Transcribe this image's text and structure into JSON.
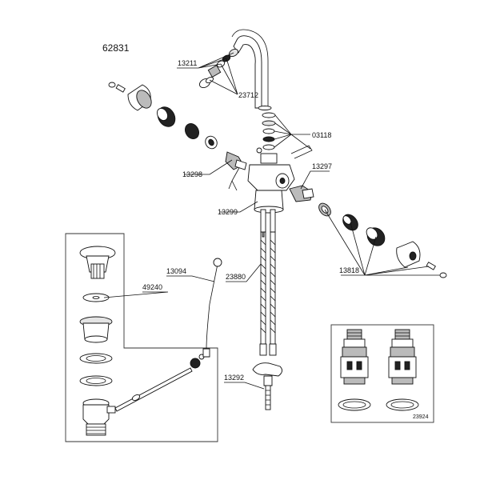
{
  "model_number": "62831",
  "parts": [
    {
      "id": "p13211",
      "number": "13211"
    },
    {
      "id": "p23712",
      "number": "23712"
    },
    {
      "id": "p03118",
      "number": "03118"
    },
    {
      "id": "p13298",
      "number": "13298"
    },
    {
      "id": "p13297",
      "number": "13297"
    },
    {
      "id": "p13299",
      "number": "13299"
    },
    {
      "id": "p13094",
      "number": "13094"
    },
    {
      "id": "p49240",
      "number": "49240"
    },
    {
      "id": "p23880",
      "number": "23880"
    },
    {
      "id": "p13818",
      "number": "13818"
    },
    {
      "id": "p13292",
      "number": "13292"
    },
    {
      "id": "p23924",
      "number": "23924"
    }
  ]
}
